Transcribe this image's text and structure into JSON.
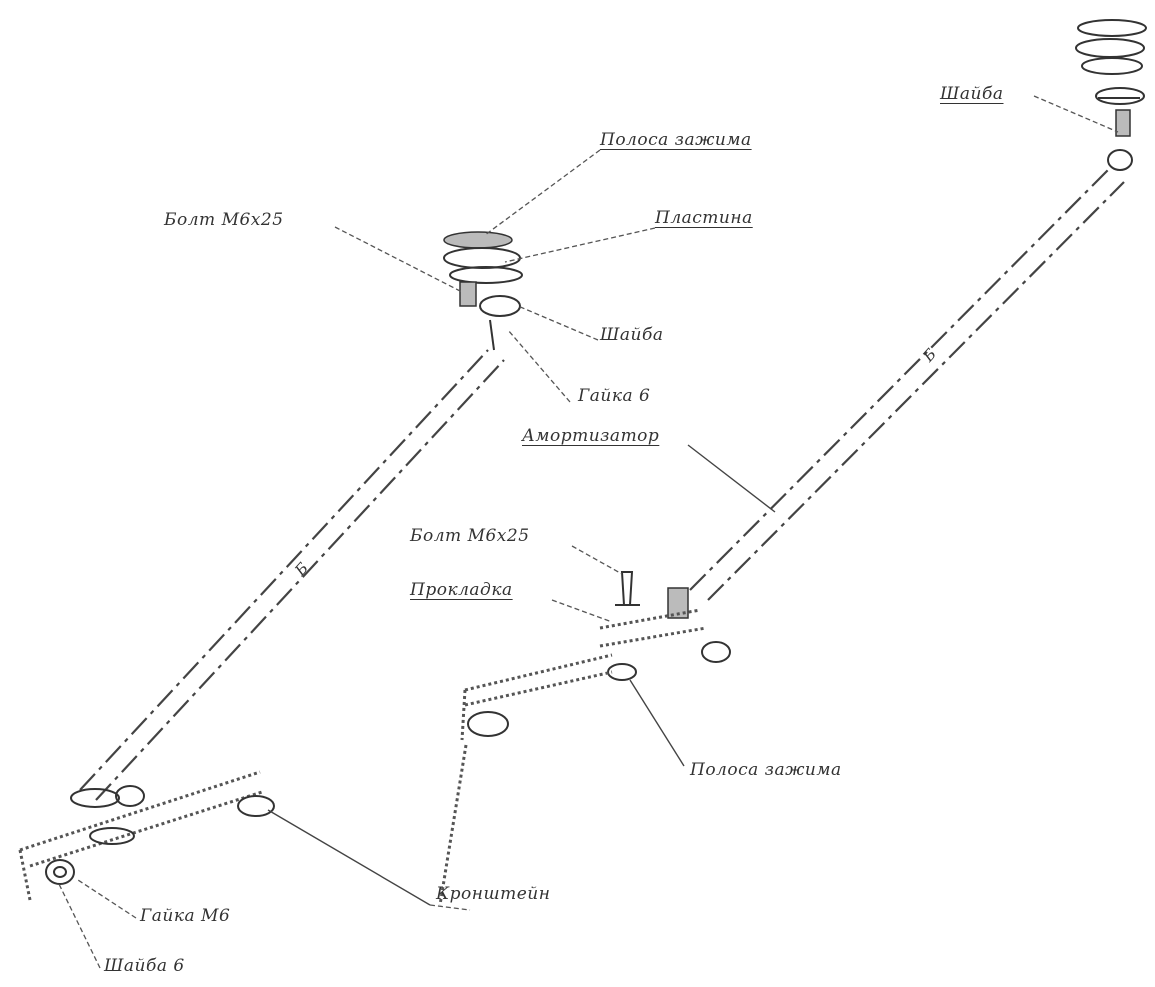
{
  "labels": {
    "polosa_zazhima_top": "Полоса зажима",
    "plastina_top": "Пластина",
    "bolt_top": "Болт М6х25",
    "shaiba_top": "Шайба",
    "gaika_top": "Гайка 6",
    "amortizator": "Амортизатор",
    "bolt_mid": "Болт М6х25",
    "prokladka": "Прокладка",
    "polosa_zazhima_mid": "Полоса зажима",
    "kronshtein": "Кронштейн",
    "gaika_m6": "Гайка М6",
    "shaiba_6": "Шайба 6",
    "shaiba_right": "Шайба",
    "tube_mark_left": "Б",
    "tube_mark_right": "Б"
  }
}
